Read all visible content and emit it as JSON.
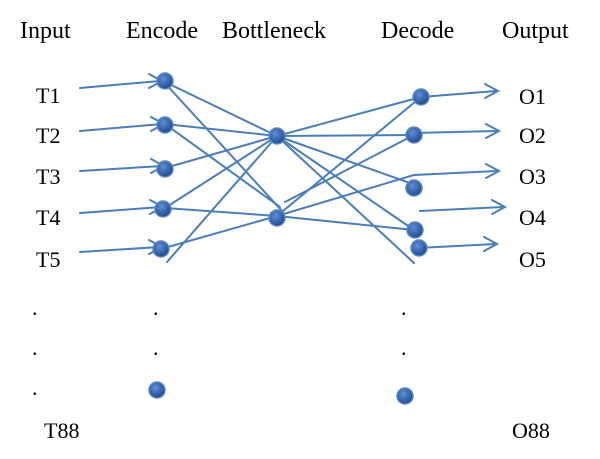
{
  "columns": {
    "input": "Input",
    "encode": "Encode",
    "bottleneck": "Bottleneck",
    "decode": "Decode",
    "output": "Output"
  },
  "inputs": [
    "T1",
    "T2",
    "T3",
    "T4",
    "T5"
  ],
  "outputs": [
    "O1",
    "O2",
    "O3",
    "O4",
    "O5"
  ],
  "ellipsis": ".",
  "last_input": "T88",
  "last_output": "O88",
  "colors": {
    "edge": "#4a7ebb",
    "node_fill": "#2f5597",
    "node_stroke": "#5b86c4",
    "text": "#000000"
  }
}
